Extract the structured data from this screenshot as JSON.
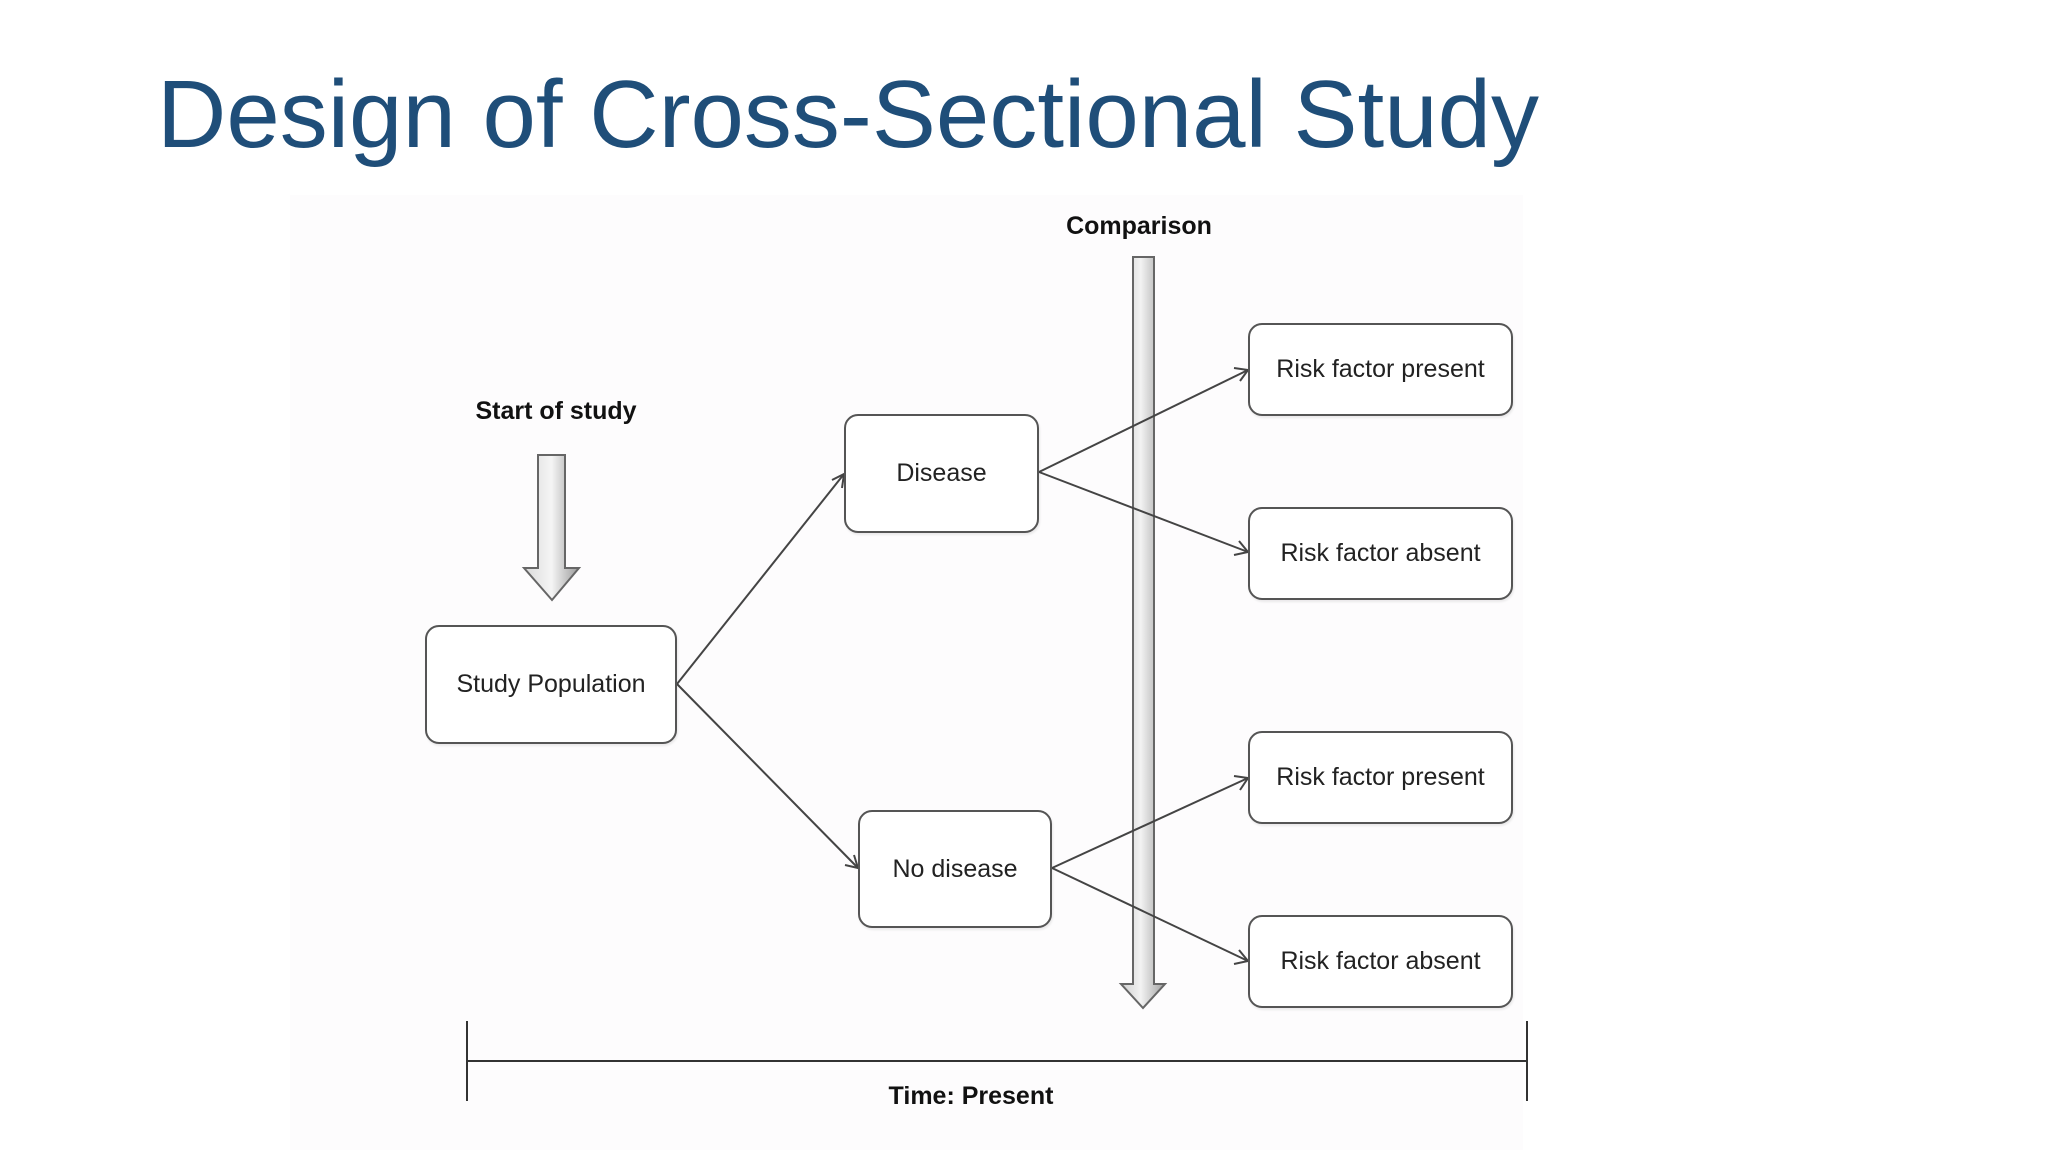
{
  "slide": {
    "title": "Design of Cross-Sectional Study"
  },
  "diagram": {
    "start_label": "Start of study",
    "comparison_label": "Comparison",
    "time_label": "Time: Present",
    "nodes": {
      "population": "Study Population",
      "disease": "Disease",
      "no_disease": "No disease",
      "rf_present_1": "Risk factor present",
      "rf_absent_1": "Risk factor absent",
      "rf_present_2": "Risk factor present",
      "rf_absent_2": "Risk factor absent"
    }
  }
}
